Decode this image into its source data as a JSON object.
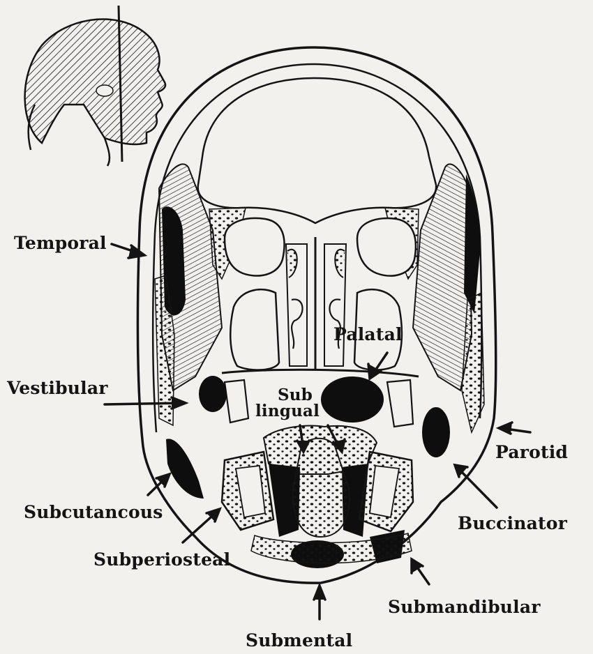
{
  "labels": {
    "temporal": "Temporal",
    "vestibular": "Vestibular",
    "palatal": "Palatal",
    "sublingual_1": "Sub",
    "sublingual_2": "lingual",
    "parotid": "Parotid",
    "subcutaneous": "Subcutancous",
    "buccinator": "Buccinator",
    "subperiosteal": "Subperiosteal",
    "submandibular": "Submandibular",
    "submental": "Submental"
  },
  "colors": {
    "ink": "#141414",
    "paper": "#f3f1ee",
    "space_fill": "#0e0e0e"
  }
}
